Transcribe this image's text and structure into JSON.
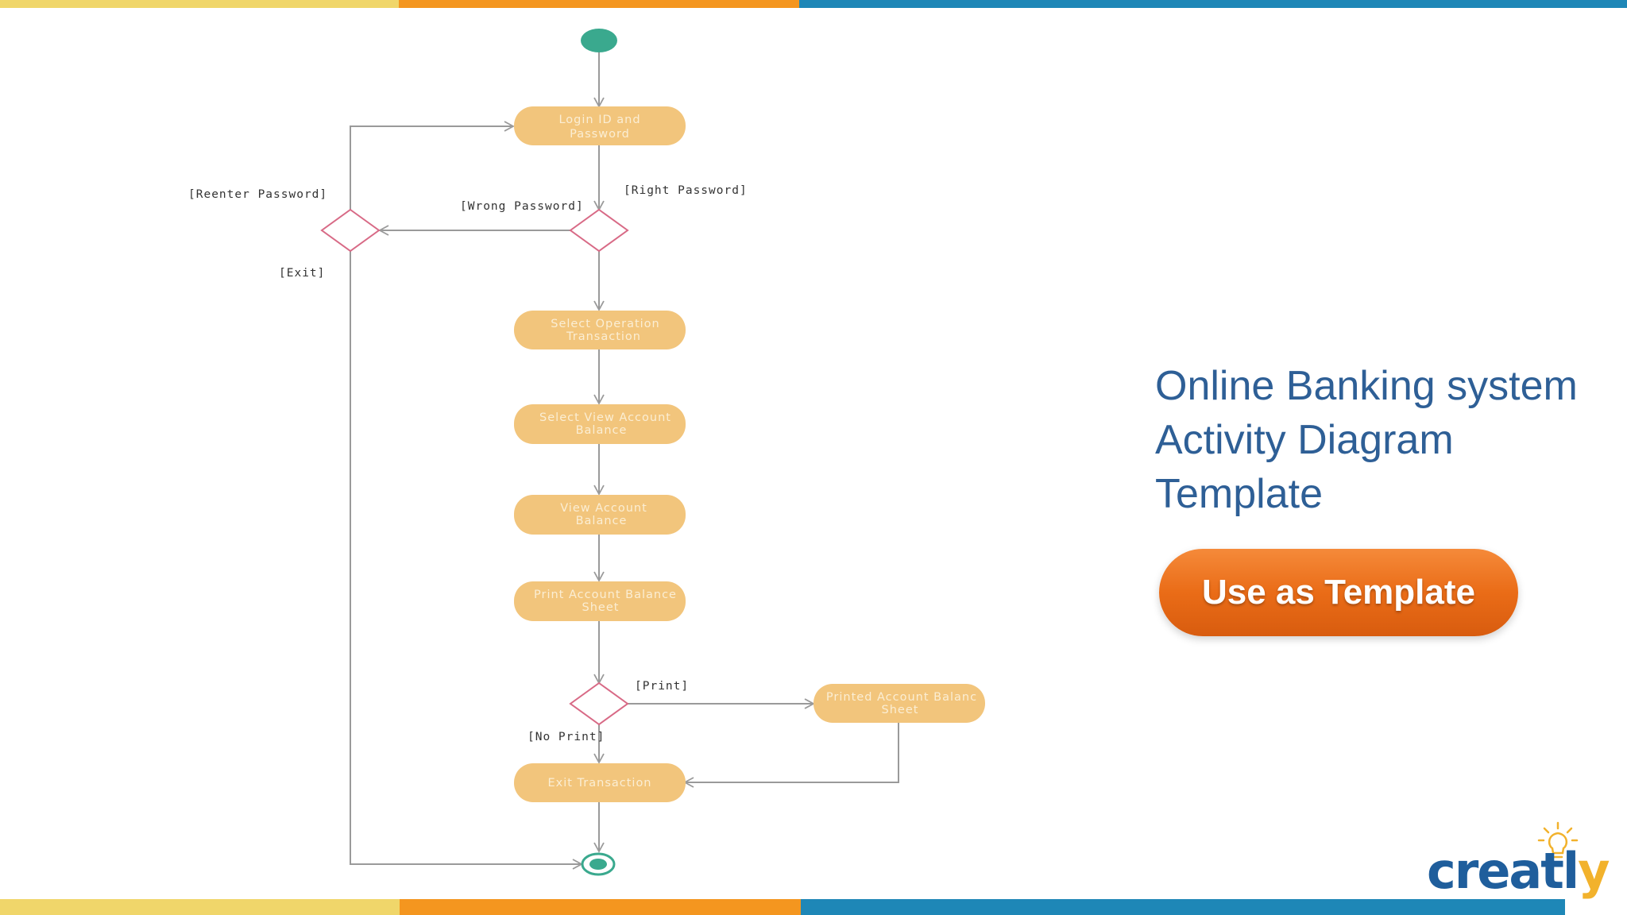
{
  "colors": {
    "stripe_yellow": "#f0d66a",
    "stripe_orange": "#f4961f",
    "stripe_blue": "#1e87b7",
    "node_fill": "#f2c57c",
    "node_text": "#fbeed4",
    "decision_stroke": "#d86a86",
    "start_node": "#3aa98e",
    "edge": "#9a9a9a",
    "title": "#2e5f96",
    "button": "#ea6c17",
    "logo_blue": "#1f5e9c",
    "logo_yellow": "#f2b22c"
  },
  "diagram": {
    "nodes": {
      "login": [
        "Login ID and",
        "Password"
      ],
      "select_operation": [
        "Select Operation",
        "Transaction"
      ],
      "select_view": [
        "Select  View Account",
        "Balance"
      ],
      "view_balance": [
        "View Account",
        "Balance"
      ],
      "print_sheet": [
        "Print Account Balance",
        "Sheet"
      ],
      "printed_sheet": [
        "Printed Account Balanc",
        "Sheet"
      ],
      "exit": [
        "Exit Transaction"
      ]
    },
    "guards": {
      "reenter": "[Reenter Password]",
      "wrong": "[Wrong Password]",
      "right": "[Right Password]",
      "exit": "[Exit]",
      "print": "[Print]",
      "no_print": "[No Print]"
    }
  },
  "title_lines": [
    "Online Banking system",
    "Activity Diagram",
    "Template"
  ],
  "cta_label": "Use as Template",
  "logo": {
    "text_main": "creatl",
    "text_accent": "y",
    "icon": "lightbulb-icon"
  }
}
